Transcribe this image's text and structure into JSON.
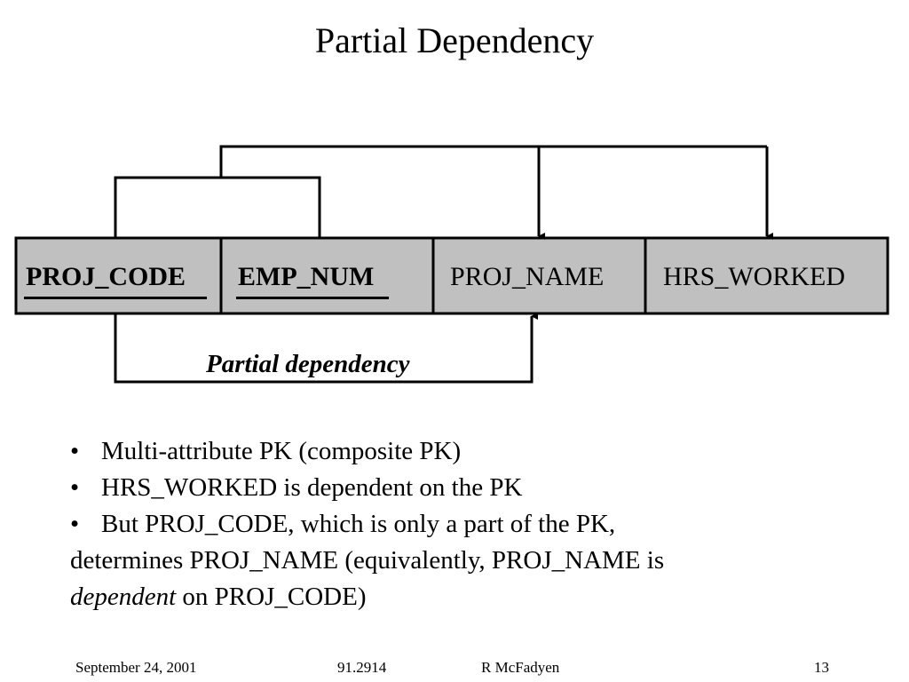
{
  "title": "Partial Dependency",
  "table": {
    "attributes": [
      {
        "label": "PROJ_CODE",
        "key": true
      },
      {
        "label": "EMP_NUM",
        "key": true
      },
      {
        "label": "PROJ_NAME",
        "key": false
      },
      {
        "label": "HRS_WORKED",
        "key": false
      }
    ]
  },
  "partial_dependency_label": "Partial dependency",
  "bullets": {
    "b1": "Multi-attribute PK (composite PK)",
    "b2": "HRS_WORKED is dependent on the PK",
    "b3_line1": "But PROJ_CODE, which is only a part of the PK,",
    "b3_line2": "determines PROJ_NAME  (equivalently, PROJ_NAME is",
    "b3_line3_italic": "dependent",
    "b3_line3_rest": " on PROJ_CODE)"
  },
  "footer": {
    "date": "September 24, 2001",
    "course": "91.2914",
    "author": "R McFadyen",
    "page": "13"
  },
  "colors": {
    "cell_fill": "#c0c0c0",
    "line": "#000000"
  }
}
